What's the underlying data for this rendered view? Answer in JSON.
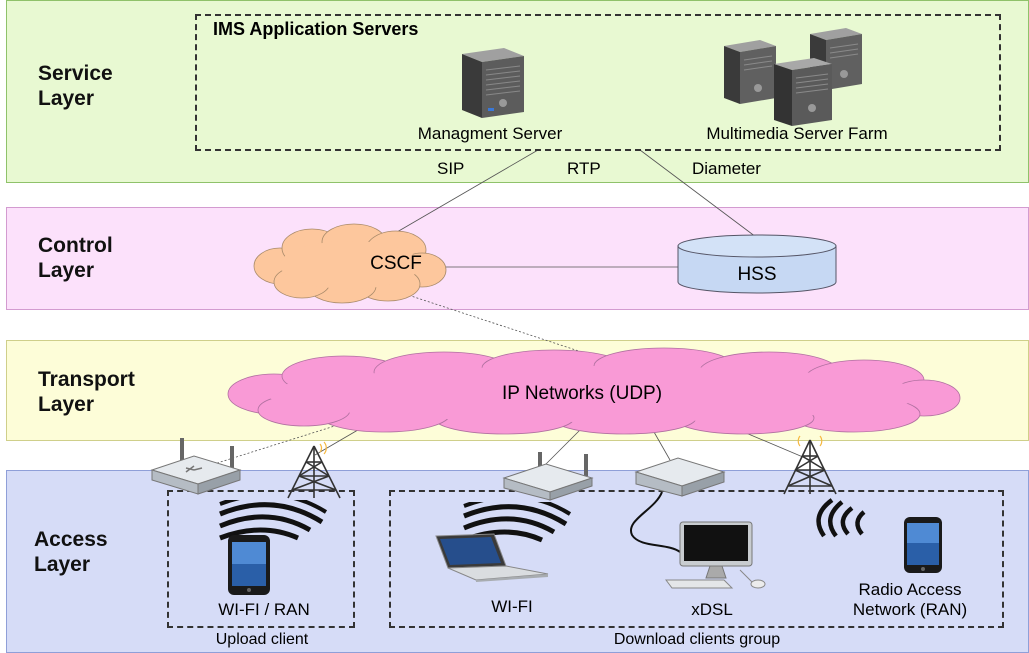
{
  "colors": {
    "service_bg": "#e8f9d2",
    "control_bg": "#fce1fb",
    "transport_bg": "#fdfdd8",
    "access_bg": "#d6dcf7",
    "cscf_cloud": "#fdc79d",
    "ip_cloud": "#f99ad6",
    "hss_db": "#c6d8f3",
    "wireless_orange": "#f5b840"
  },
  "layers": {
    "service": "Service\nLayer",
    "control": "Control\nLayer",
    "transport": "Transport\nLayer",
    "access": "Access\nLayer"
  },
  "service": {
    "group_title": "IMS Application Servers",
    "management_server": "Managment Server",
    "server_farm": "Multimedia Server Farm"
  },
  "protocols": {
    "sip": "SIP",
    "rtp": "RTP",
    "diameter": "Diameter"
  },
  "control": {
    "cscf": "CSCF",
    "hss": "HSS"
  },
  "transport": {
    "ip_networks": "IP Networks (UDP)"
  },
  "access": {
    "upload_device": "WI-FI / RAN",
    "upload_group": "Upload client",
    "wifi_client": "WI-FI",
    "xdsl_client": "xDSL",
    "ran_client": "Radio Access\nNetwork (RAN)",
    "download_group": "Download clients group"
  },
  "icons": [
    "server-icon",
    "server-farm-icon",
    "database-icon",
    "cloud-icon",
    "router-icon",
    "antenna-tower-icon",
    "wireless-signal-icon",
    "smartphone-icon",
    "laptop-icon",
    "desktop-computer-icon"
  ]
}
